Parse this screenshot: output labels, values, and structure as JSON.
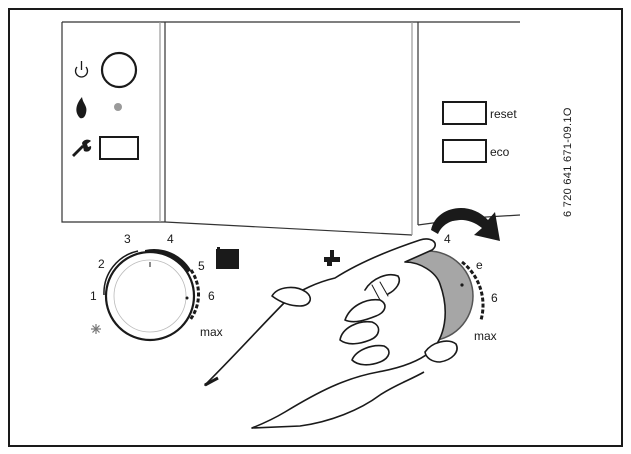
{
  "doc_code": "6 720 641 671-09.1O",
  "buttons": {
    "reset_label": "reset",
    "eco_label": "eco"
  },
  "left_dial": {
    "scale": {
      "s1": "1",
      "s2": "2",
      "s3": "3",
      "s4": "4",
      "s5": "5",
      "s6": "6",
      "max": "max"
    }
  },
  "right_dial": {
    "scale": {
      "s4": "4",
      "e": "e",
      "s6": "6",
      "max": "max"
    }
  },
  "colors": {
    "line": "#1a1a1a",
    "knob_fill": "#a6a6a6",
    "led": "#9a9a9a",
    "panel": "#ffffff"
  },
  "icons": [
    "power-icon",
    "flame-icon",
    "wrench-icon",
    "radiator-icon",
    "tap-icon",
    "snowflake-icon",
    "rotate-arrow-icon"
  ]
}
